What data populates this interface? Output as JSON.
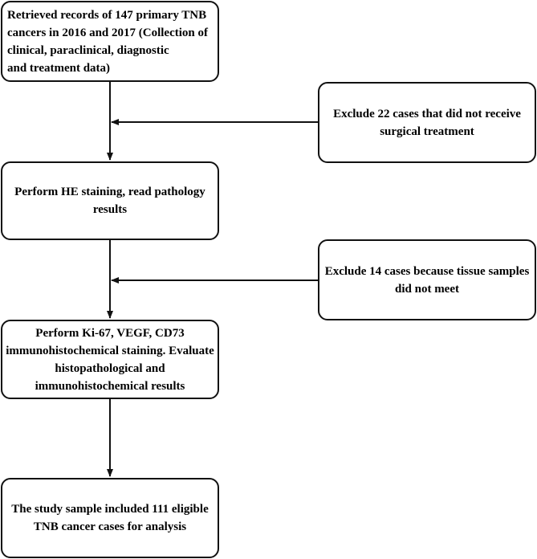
{
  "flowchart": {
    "steps": [
      "Retrieved records of 147 primary TNB\ncancers in 2016 and 2017 (Collection of\nclinical, paraclinical, diagnostic\nand treatment data)",
      "Perform HE staining, read pathology\nresults",
      "Perform Ki-67, VEGF, CD73\nimmunohistochemical staining. Evaluate\nhistopathological and\nimmunohistochemical results",
      "The study sample included 111 eligible\nTNB cancer cases for analysis"
    ],
    "exclusions": [
      "Exclude 22 cases that did not receive\nsurgical treatment",
      "Exclude 14 cases because tissue samples\ndid not meet"
    ]
  },
  "colors": {
    "line": "#111111",
    "box_border": "#111111",
    "background": "#ffffff",
    "text": "#000000"
  }
}
